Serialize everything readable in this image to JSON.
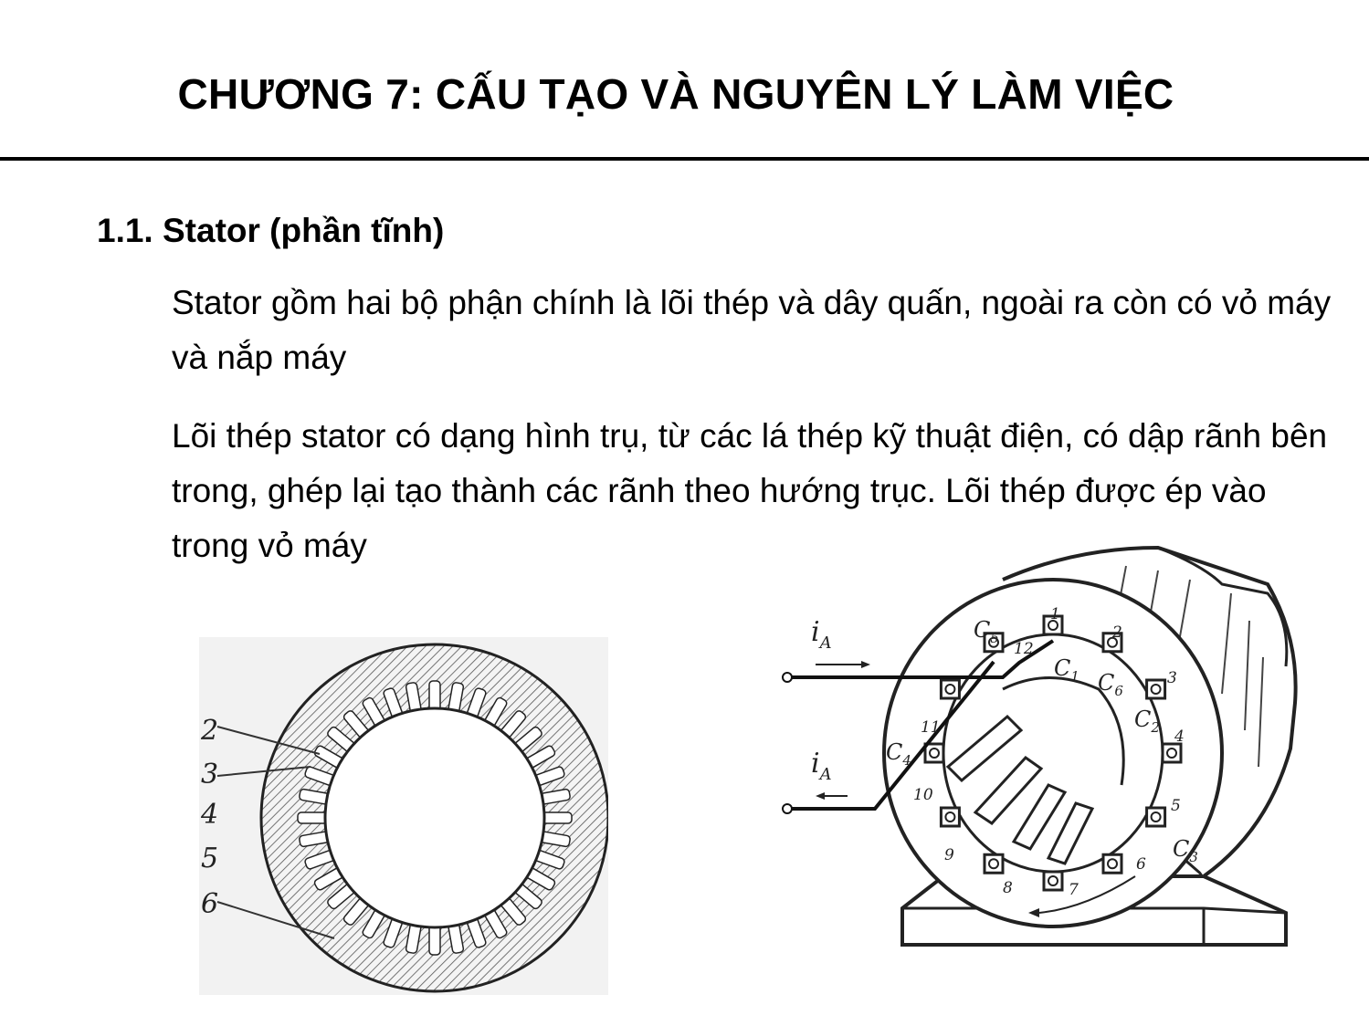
{
  "title": "CHƯƠNG 7: CẤU TẠO VÀ NGUYÊN LÝ LÀM VIỆC",
  "section_heading": "1.1. Stator (phần tĩnh)",
  "paragraphs": [
    "Stator gồm hai bộ phận chính là lõi thép và dây quấn, ngoài ra còn có vỏ máy và nắp máy",
    "Lõi thép stator có dạng hình trụ, từ các lá thép kỹ thuật điện, có dập rãnh bên trong, ghép lại tạo thành các rãnh theo hướng trục. Lõi thép được ép vào trong vỏ máy"
  ],
  "figure_left": {
    "labels": [
      "2",
      "3",
      "4",
      "5",
      "6"
    ]
  },
  "figure_right": {
    "current_label": "i",
    "current_sub": "A",
    "slot_numbers": [
      "1",
      "2",
      "3",
      "4",
      "5",
      "6",
      "7",
      "8",
      "9",
      "10",
      "11",
      "12"
    ],
    "coil_ends": [
      {
        "text": "C",
        "sub": "1"
      },
      {
        "text": "C",
        "sub": "2"
      },
      {
        "text": "C",
        "sub": "3"
      },
      {
        "text": "C",
        "sub": "4"
      },
      {
        "text": "C",
        "sub": "5"
      },
      {
        "text": "C",
        "sub": "6"
      }
    ]
  }
}
